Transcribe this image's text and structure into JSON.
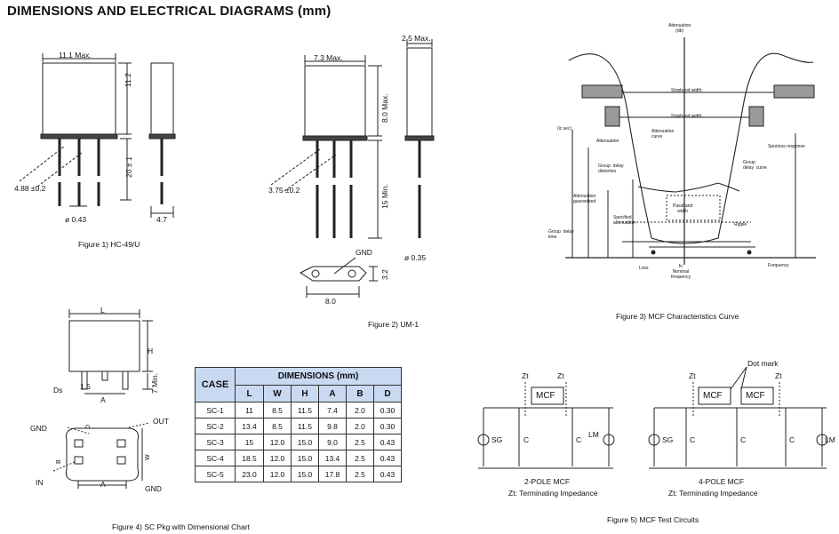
{
  "page": {
    "title": "DIMENSIONS AND ELECTRICAL DIAGRAMS (mm)"
  },
  "fig1": {
    "caption": "Figure 1) HC-49/U",
    "width_label": "11.1  Max.",
    "height_label": "11.2",
    "lead_len_label": "20 ± 1",
    "pitch_label": "4.88 ±0.2",
    "lead_dia_label": "ø 0.43",
    "side_width_label": "4.7"
  },
  "fig2": {
    "caption": "Figure 2) UM-1",
    "width_label": "7.3 Max.",
    "height_label": "8.0  Max.",
    "lead_len_label": "15  Min.",
    "pitch_label": "3.75 ±0.2",
    "side_width_label": "2.5 Max.",
    "lead_dia_label": "ø 0.35",
    "gnd_label": "GND",
    "base_w_label": "8.0",
    "base_h_label": "3.2"
  },
  "fig3": {
    "caption": "Figure 3) MCF Characteristics Curve",
    "labels": {
      "attenuation_db": "Attenuation\n(db)",
      "stopband1": "Stopband   width",
      "stopband2": "Stopband   width",
      "ic_sec": "(ic    sec)",
      "attenuation": "Attenuation",
      "atten_curve": "Attenuation\ncurve",
      "spurious": "Spurious  response",
      "group_delay_distortion": "Group  delay\ndistortion",
      "group_delay_curve": "Group\ndelay  curve",
      "atten_guaranteed": "Attenuation\nguaranteed",
      "passband": "Passband\nwidth",
      "specified_atten": "Specified\nattenuation",
      "group_delay_time": "Group  delay\ntime",
      "ripple": "Ripple",
      "loss": "Loss",
      "frequency": "Frequency",
      "nominal": "fo\nNominal\nfrequency"
    }
  },
  "fig4": {
    "caption": "Figure 4)      SC Pkg with Dimensional Chart",
    "L": "L",
    "H": "H",
    "A": "A",
    "A2": "A",
    "seven_min": "7 Min.",
    "d_label": "Ds",
    "one_five": "1.5",
    "D": "D",
    "B": "B",
    "W": "W",
    "gnd1": "GND",
    "gnd2": "GND",
    "out": "OUT",
    "in": "IN"
  },
  "table": {
    "case_header": "CASE",
    "dims_header": "DIMENSIONS     (mm)",
    "cols": [
      "L",
      "W",
      "H",
      "A",
      "B",
      "D"
    ],
    "rows": [
      {
        "case": "SC-1",
        "vals": [
          "11",
          "8.5",
          "11.5",
          "7.4",
          "2.0",
          "0.30"
        ]
      },
      {
        "case": "SC-2",
        "vals": [
          "13.4",
          "8.5",
          "11.5",
          "9.8",
          "2.0",
          "0.30"
        ]
      },
      {
        "case": "SC-3",
        "vals": [
          "15",
          "12.0",
          "15.0",
          "9.0",
          "2.5",
          "0.43"
        ]
      },
      {
        "case": "SC-4",
        "vals": [
          "18.5",
          "12.0",
          "15.0",
          "13.4",
          "2.5",
          "0.43"
        ]
      },
      {
        "case": "SC-5",
        "vals": [
          "23.0",
          "12.0",
          "15.0",
          "17.8",
          "2.5",
          "0.43"
        ]
      }
    ]
  },
  "fig5": {
    "caption": "Figure 5) MCF Test Circuits",
    "zt": "Zt",
    "mcf": "MCF",
    "sg": "SG",
    "c": "C",
    "lm": "LM",
    "dot_mark": "Dot mark",
    "two_pole": "2-POLE MCF",
    "four_pole": "4-POLE MCF",
    "zt_desc": "Zt: Terminating Impedance"
  }
}
